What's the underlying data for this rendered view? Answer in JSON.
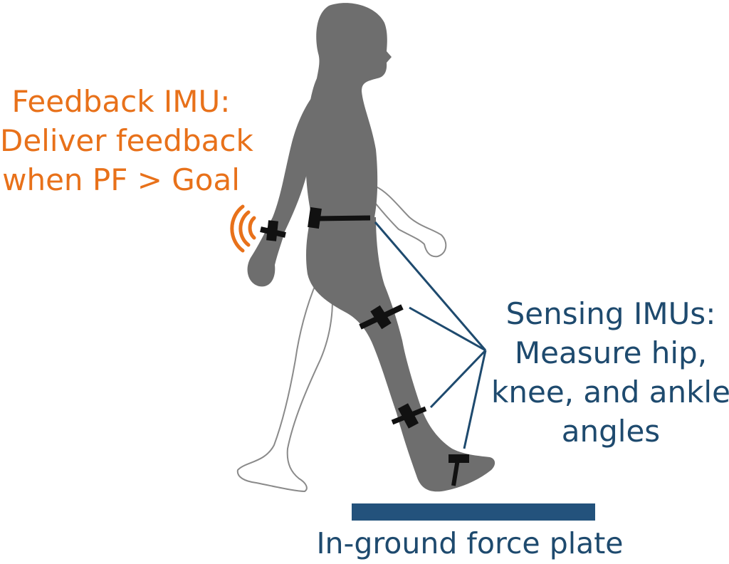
{
  "colors": {
    "feedback": "#e8711a",
    "sensing": "#1e4a6e",
    "plate": "#23527c",
    "body_fill": "#6e6e6e",
    "back_limbs_outline": "#8a8a8a",
    "sensor": "#111111"
  },
  "feedback_label": {
    "lines": [
      "Feedback IMU:",
      "Deliver feedback",
      "when PF > Goal"
    ]
  },
  "sensing_label": {
    "lines": [
      "Sensing IMUs:",
      "Measure hip,",
      "knee, and ankle",
      "angles"
    ]
  },
  "force_plate": {
    "label": "In-ground force plate"
  },
  "icons": [
    "vibration-waves-icon"
  ]
}
